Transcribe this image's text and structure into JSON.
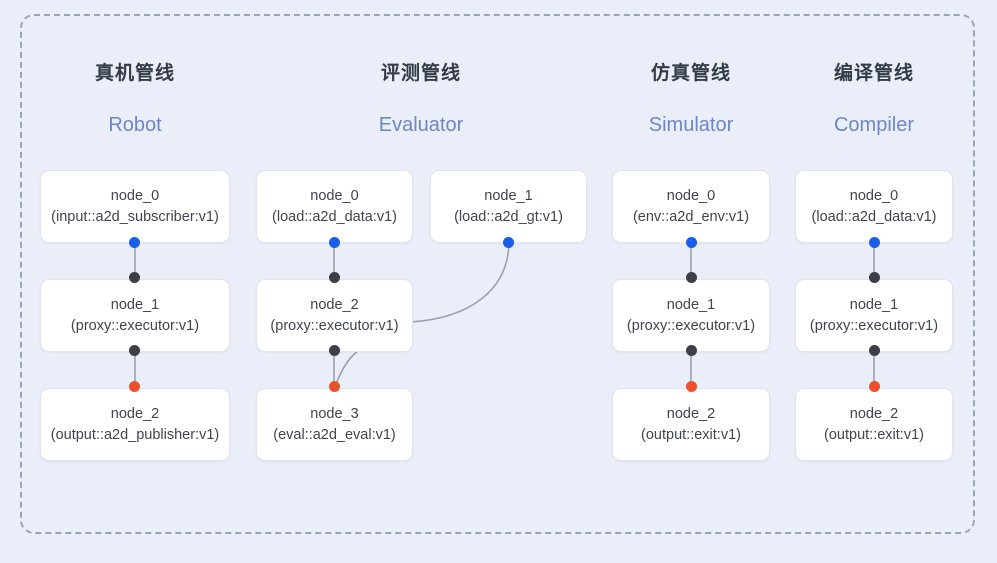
{
  "diagram": {
    "background_color": "#eaeef8",
    "frame_border_color": "#9aa3b5",
    "port_colors": {
      "input": "#1a5de8",
      "middle": "#3c3f46",
      "output": "#ee4f2e"
    },
    "edge_color": "#9aa1b0",
    "column_title_color": "#343a46",
    "column_subtitle_color": "#6f86c4"
  },
  "columns": [
    {
      "title": "真机管线",
      "subtitle": "Robot",
      "nodes": [
        {
          "id": "node_0",
          "type": "(input::a2d_subscriber:v1)"
        },
        {
          "id": "node_1",
          "type": "(proxy::executor:v1)"
        },
        {
          "id": "node_2",
          "type": "(output::a2d_publisher:v1)"
        }
      ]
    },
    {
      "title": "评测管线",
      "subtitle": "Evaluator",
      "nodes": [
        {
          "id": "node_0",
          "type": "(load::a2d_data:v1)"
        },
        {
          "id": "node_1",
          "type": "(load::a2d_gt:v1)"
        },
        {
          "id": "node_2",
          "type": "(proxy::executor:v1)"
        },
        {
          "id": "node_3",
          "type": "(eval::a2d_eval:v1)"
        }
      ]
    },
    {
      "title": "仿真管线",
      "subtitle": "Simulator",
      "nodes": [
        {
          "id": "node_0",
          "type": "(env::a2d_env:v1)"
        },
        {
          "id": "node_1",
          "type": "(proxy::executor:v1)"
        },
        {
          "id": "node_2",
          "type": "(output::exit:v1)"
        }
      ]
    },
    {
      "title": "编译管线",
      "subtitle": "Compiler",
      "nodes": [
        {
          "id": "node_0",
          "type": "(load::a2d_data:v1)"
        },
        {
          "id": "node_1",
          "type": "(proxy::executor:v1)"
        },
        {
          "id": "node_2",
          "type": "(output::exit:v1)"
        }
      ]
    }
  ]
}
